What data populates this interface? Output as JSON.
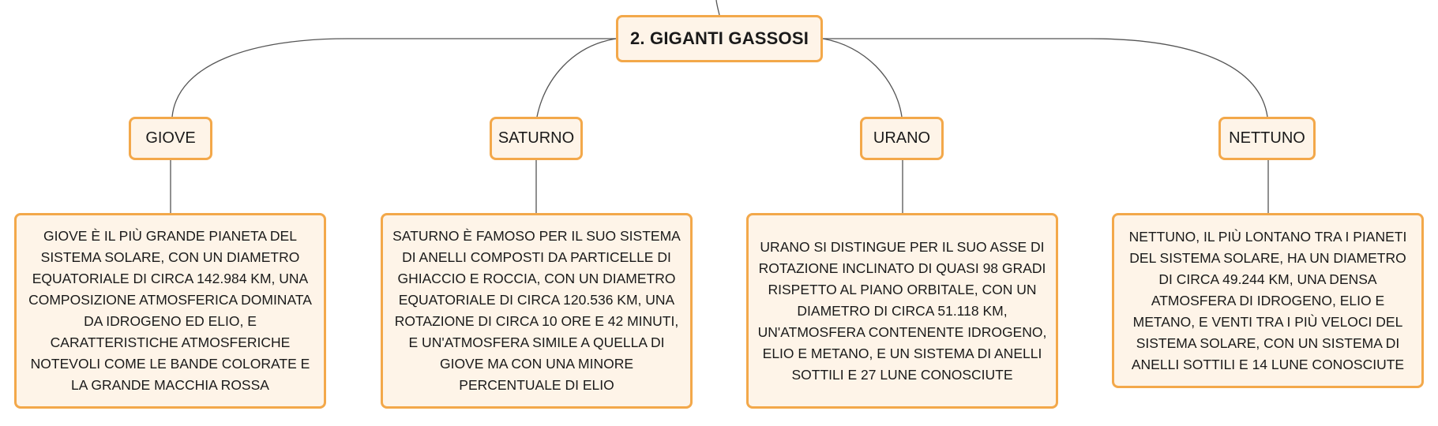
{
  "root": {
    "title": "2. GIGANTI GASSOSI"
  },
  "planets": [
    {
      "name": "GIOVE",
      "description": "GIOVE È IL PIÙ GRANDE PIANETA DEL SISTEMA SOLARE, CON UN DIAMETRO EQUATORIALE DI CIRCA 142.984 KM, UNA COMPOSIZIONE ATMOSFERICA DOMINATA DA IDROGENO ED ELIO, E CARATTERISTICHE ATMOSFERICHE NOTEVOLI COME LE BANDE COLORATE E LA GRANDE MACCHIA ROSSA"
    },
    {
      "name": "SATURNO",
      "description": "SATURNO È FAMOSO PER IL SUO SISTEMA DI ANELLI COMPOSTI DA PARTICELLE DI GHIACCIO E ROCCIA, CON UN DIAMETRO EQUATORIALE DI CIRCA 120.536 KM, UNA ROTAZIONE DI CIRCA 10 ORE E 42 MINUTI, E UN'ATMOSFERA SIMILE A QUELLA DI GIOVE MA CON UNA MINORE PERCENTUALE DI ELIO"
    },
    {
      "name": "URANO",
      "description": "URANO SI DISTINGUE PER IL SUO ASSE DI ROTAZIONE INCLINATO DI QUASI 98 GRADI RISPETTO AL PIANO ORBITALE, CON UN DIAMETRO DI CIRCA 51.118 KM, UN'ATMOSFERA CONTENENTE IDROGENO, ELIO E METANO, E UN SISTEMA DI ANELLI SOTTILI E 27 LUNE CONOSCIUTE"
    },
    {
      "name": "NETTUNO",
      "description": "NETTUNO, IL PIÙ LONTANO TRA I PIANETI DEL SISTEMA SOLARE, HA UN DIAMETRO DI CIRCA 49.244 KM, UNA DENSA ATMOSFERA DI IDROGENO, ELIO E METANO, E VENTI TRA I PIÙ VELOCI DEL SISTEMA SOLARE, CON UN SISTEMA DI ANELLI SOTTILI E 14 LUNE CONOSCIUTE"
    }
  ],
  "colors": {
    "node_border": "#f3a84a",
    "node_fill": "#fef4e8",
    "connector": "#555555"
  }
}
